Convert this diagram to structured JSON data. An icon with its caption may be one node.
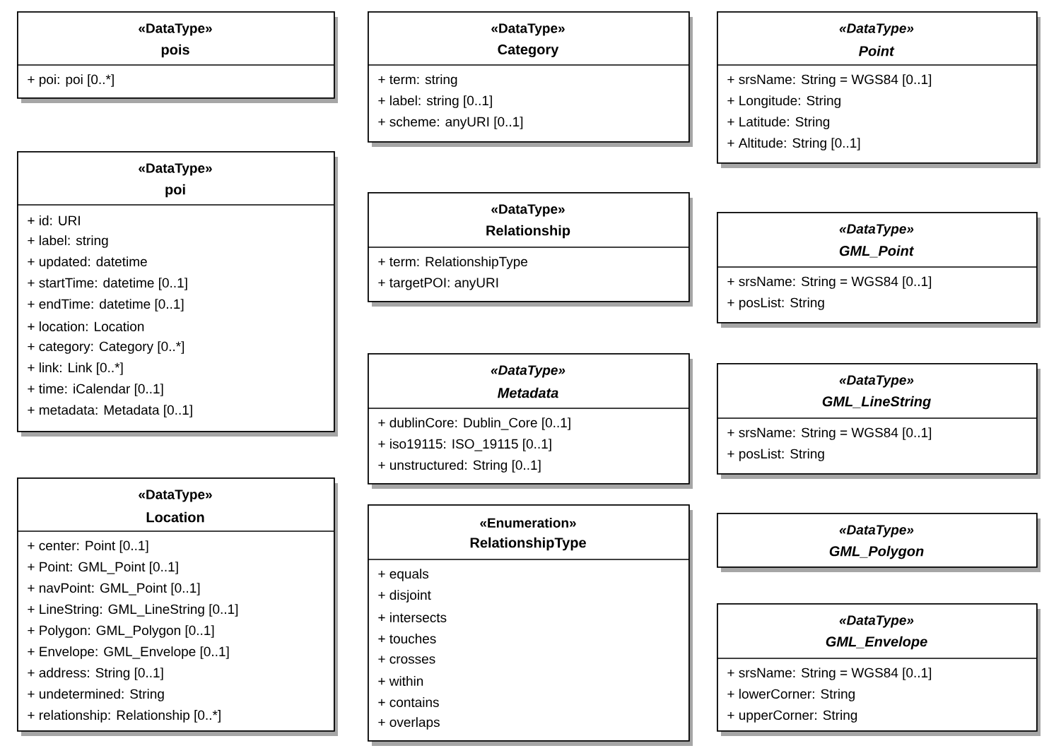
{
  "diagram": {
    "nodes": [
      {
        "text": [
          "«DataType»",
          "pois",
          "+ poi: poi [0..*]"
        ]
      },
      {
        "text": [
          "«DataType»",
          "poi",
          "+ id: URI",
          "+ label: string",
          "+ updated: datetime",
          "+ startTime: datetime [0..1]",
          "+ endTime: datetime [0..1]",
          "+ location: Location",
          "+ category: Category [0..*]",
          "+ link: Link [0..*]",
          "+ time: iCalendar [0..1]",
          "+ metadata: Metadata [0..1]"
        ]
      },
      {
        "text": [
          "«DataType»",
          "Location",
          "+ center: Point [0..1]",
          "+ Point: GML_Point [0..1]",
          "+ navPoint: GML_Point [0..1]",
          "+ LineString: GML_LineString [0..1]",
          "+ Polygon: GML_Polygon [0..1]",
          "+ Envelope: GML_Envelope [0..1]",
          "+ address: String [0..1]",
          "+ undetermined: String",
          "+ relationship: Relationship [0..*]"
        ]
      },
      {
        "text": [
          "«DataType»",
          "Category",
          "+ term: string",
          "+ label: string [0..1]",
          "+ scheme: anyURI [0..1]"
        ]
      },
      {
        "text": [
          "«DataType»",
          "Relationship",
          "+ term: RelationshipType",
          "+ targetPOI: anyURI"
        ]
      },
      {
        "text": [
          "*«DataType»*",
          "*Metadata*",
          "+ dublinCore: Dublin_Core [0..1]",
          "+ iso19115: ISO_19115 [0..1]",
          "+ unstructured: String [0..1]"
        ]
      },
      {
        "text": [
          "«Enumeration»",
          "RelationshipType",
          "+ equals",
          "+ disjoint",
          "+ intersects",
          "+ touches",
          "+ crosses",
          "+ within",
          "+ contains",
          "+ overlaps"
        ]
      },
      {
        "text": [
          "*«DataType»*",
          "*Point*",
          "+ srsName: String = WGS84 [0..1]",
          "+ Longitude: String",
          "+ Latitude: String",
          "+ Altitude: String [0..1]"
        ]
      },
      {
        "text": [
          "*«DataType»*",
          "*GML_Point*",
          "+ srsName: String = WGS84 [0..1]",
          "+ posList: String"
        ]
      },
      {
        "text": [
          "*«DataType»*",
          "*GML_LineString*",
          "+ srsName: String = WGS84 [0..1]",
          "+ posList: String"
        ]
      },
      {
        "text": [
          "*«DataType»*",
          "*GML_Polygon*"
        ]
      },
      {
        "text": [
          "*«DataType»*",
          "*GML_Envelope*",
          "+ srsName: String = WGS84 [0..1]",
          "+ lowerCorner: String",
          "+ upperCorner: String"
        ]
      }
    ]
  }
}
